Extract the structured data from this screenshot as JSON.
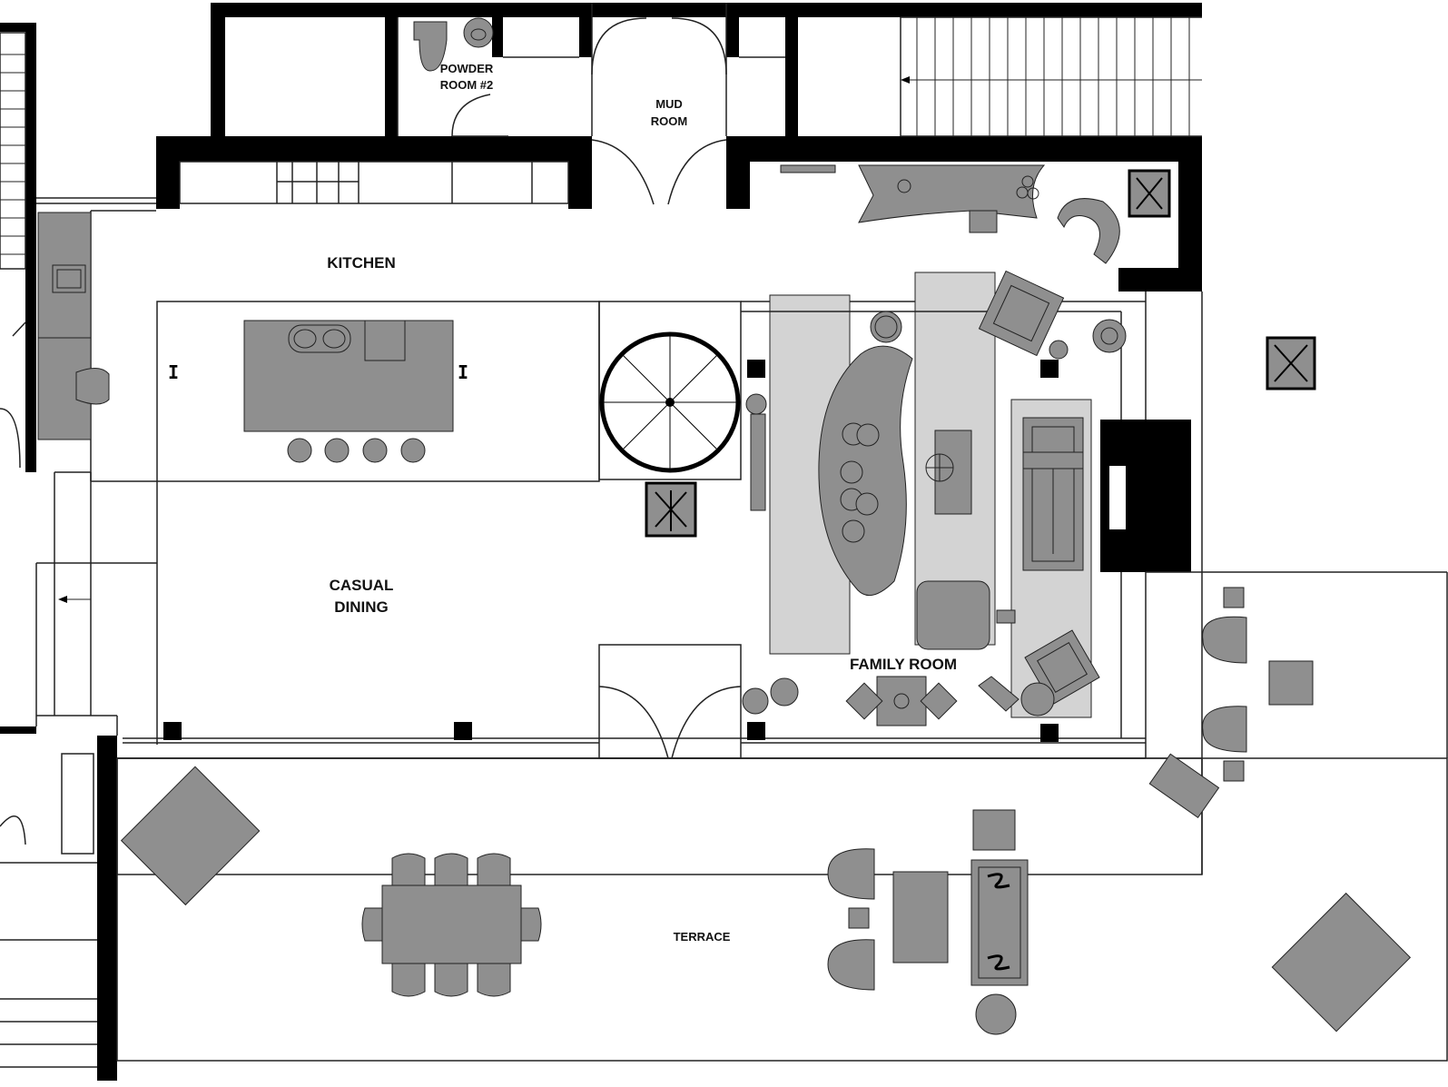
{
  "labels": {
    "powder_room_line1": "POWDER",
    "powder_room_line2": "ROOM #2",
    "mud_room_line1": "MUD",
    "mud_room_line2": "ROOM",
    "kitchen": "KITCHEN",
    "casual_dining_line1": "CASUAL",
    "casual_dining_line2": "DINING",
    "family_room": "FAMILY ROOM",
    "terrace": "TERRACE"
  },
  "colors": {
    "wall": "#000000",
    "furniture": "#8f8f8f",
    "rug": "#d3d3d3",
    "outline": "#222222"
  }
}
